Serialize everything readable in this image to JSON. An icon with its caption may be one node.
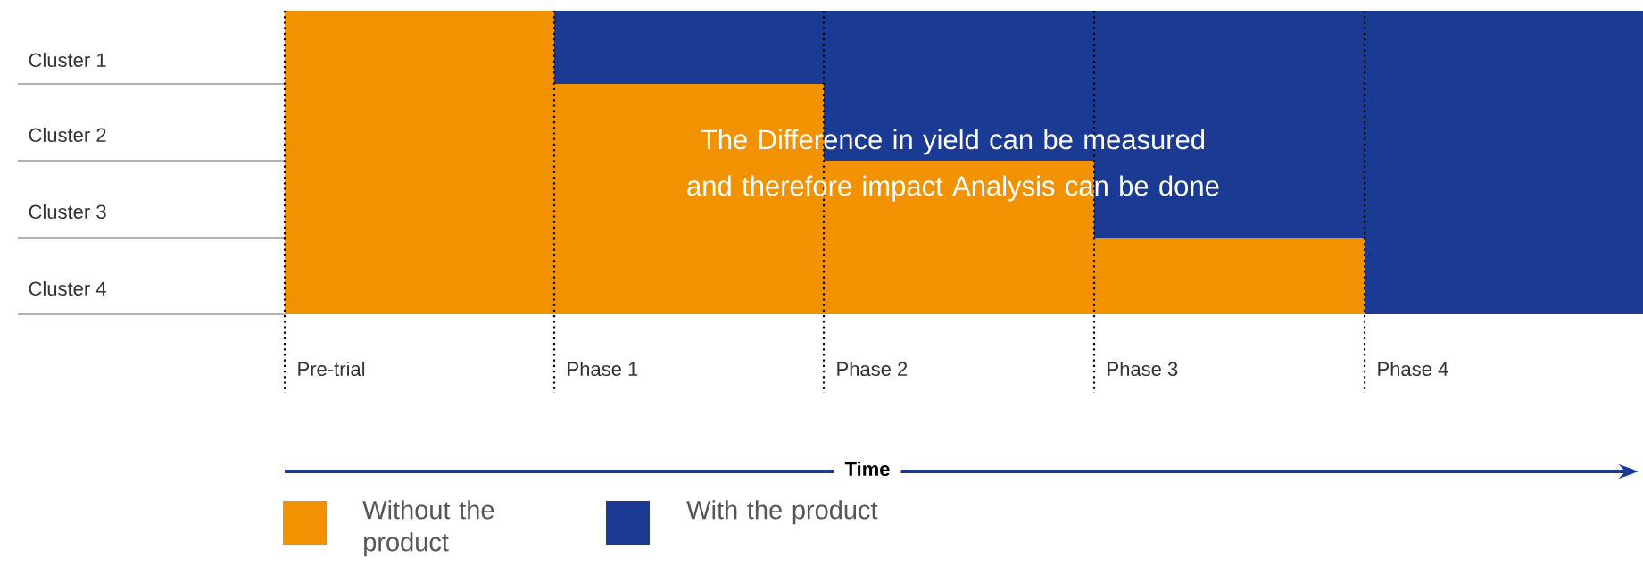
{
  "diagram": {
    "labels": [
      "Cluster 1",
      "Cluster 2",
      "Cluster 3",
      "Cluster 4",
      "Pre-trial",
      "Phase 1",
      "Phase 2",
      "Phase 3",
      "Phase 4",
      "The Difference in yield can be measured and therefore impact Analysis can be done",
      "Time"
    ],
    "legend": [
      {
        "text": "Without the product",
        "color": "#f39200"
      },
      {
        "text": "With the product",
        "color": "#1b3a94"
      }
    ]
  }
}
